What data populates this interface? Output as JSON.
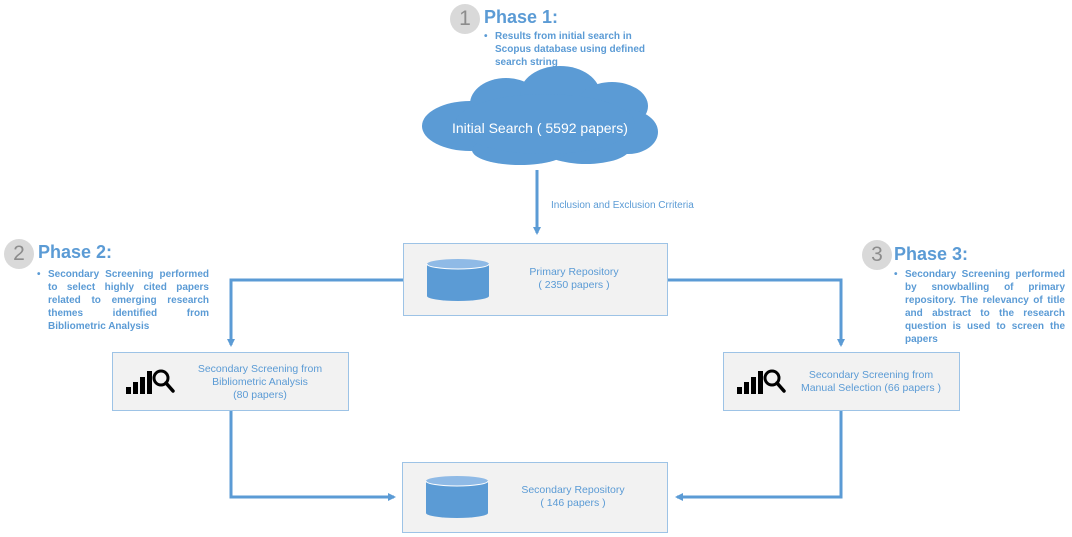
{
  "colors": {
    "accent": "#5b9bd5",
    "box_fill": "#f2f2f2",
    "box_border": "#9dc3e6",
    "badge": "#d9d9d9"
  },
  "phases": [
    {
      "number": "1",
      "title": "Phase 1:",
      "bullet": "Results from initial search in Scopus database using defined search string"
    },
    {
      "number": "2",
      "title": "Phase 2:",
      "bullet": "Secondary Screening performed to select highly cited papers related to emerging research themes identified from Bibliometric Analysis"
    },
    {
      "number": "3",
      "title": "Phase 3:",
      "bullet": "Secondary Screening performed by snowballing of primary repository. The relevancy of title and abstract to the research question is used to screen the papers"
    }
  ],
  "cloud": {
    "label": "Initial Search ( 5592 papers)"
  },
  "criteria_label": "Inclusion and Exclusion Crriteria",
  "boxes": {
    "primary": {
      "line1": "Primary Repository",
      "line2": "( 2350 papers )",
      "icon": "database-icon"
    },
    "bibliometric": {
      "line1": "Secondary Screening from",
      "line2": "Bibliometric Analysis",
      "line3": "(80 papers)",
      "icon": "chart-search-icon"
    },
    "manual": {
      "line1": "Secondary Screening from",
      "line2": "Manual Selection (66 papers )",
      "icon": "chart-search-icon"
    },
    "secondary": {
      "line1": "Secondary Repository",
      "line2": "( 146 papers )",
      "icon": "database-icon"
    }
  }
}
